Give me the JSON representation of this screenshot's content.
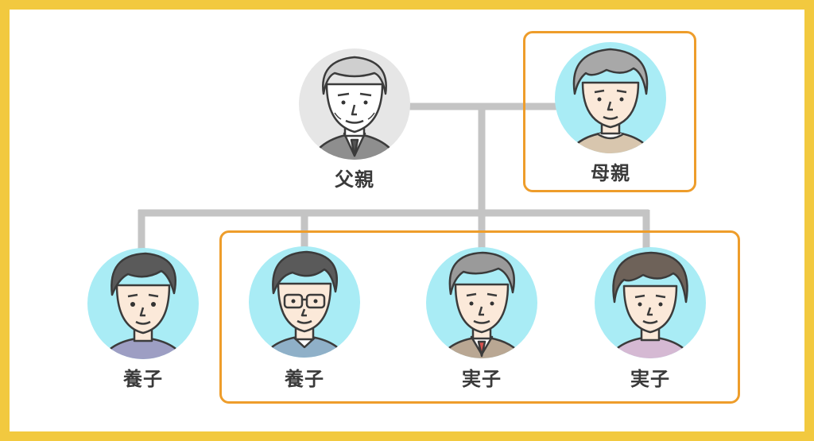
{
  "diagram": {
    "parents": [
      {
        "label": "父親",
        "avatar": "elderly-man-avatar",
        "bg": "#e6e6e6",
        "highlighted": false
      },
      {
        "label": "母親",
        "avatar": "elderly-woman-avatar",
        "bg": "#a9ecf5",
        "highlighted": true
      }
    ],
    "children": [
      {
        "label": "養子",
        "avatar": "young-man-avatar",
        "bg": "#a9ecf5",
        "highlighted": false
      },
      {
        "label": "養子",
        "avatar": "man-with-glasses-avatar",
        "bg": "#a9ecf5",
        "highlighted": true
      },
      {
        "label": "実子",
        "avatar": "older-man-suit-avatar",
        "bg": "#a9ecf5",
        "highlighted": true
      },
      {
        "label": "実子",
        "avatar": "woman-avatar",
        "bg": "#a9ecf5",
        "highlighted": true
      }
    ]
  },
  "colors": {
    "frame": "#f2c93f",
    "highlight_border": "#ee9d2b",
    "connector": "#c4c4c4",
    "avatar_bg_cyan": "#a9ecf5",
    "avatar_bg_gray": "#e6e6e6",
    "label_text": "#3a3a3a"
  }
}
